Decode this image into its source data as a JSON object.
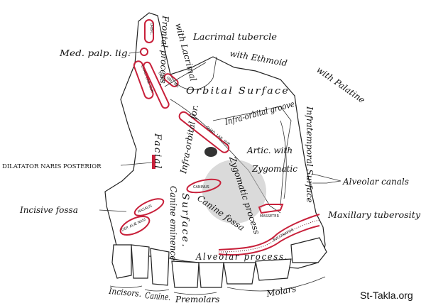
{
  "figure": {
    "labels": {
      "frontal_process": "Frontal process.",
      "with_lacrimal": "with Lacrimal",
      "lacrimal_tubercle": "Lacrimal tubercle",
      "med_palp_lig": "Med. palp. lig.",
      "with_ethmoid": "with Ethmoid",
      "with_palatine": "with Palatine",
      "orbital_surface": "Orbital Surface",
      "infra_orbital_groove": "Infra-orbital groove.",
      "infratemporal_surface": "Infratemporal Surface",
      "alveolar_canals": "Alveolar canals",
      "dilatator": "DILATATOR NARIS POSTERIOR",
      "facial": "Facial",
      "surface": "Surface.",
      "infra_orbital_for": "Infra-orbital for.",
      "artic_with": "Artic. with",
      "zygomatic": "Zygomatic",
      "zygomatic_process": "Zygomatic process",
      "canine_fossa": "Canine fossa",
      "canine_eminence": "Canine eminence",
      "incisive_fossa": "Incisive fossa",
      "maxillary_tuberosity": "Maxillary tuberosity",
      "alveolar_process": "Alveolar process.",
      "incisors": "Incisors.",
      "canine": "Canine.",
      "premolars": "Premolars",
      "molars": "Molars"
    },
    "muscles": {
      "orbic": "ORBIC.",
      "quad_lab_sup": "QUAD. LAB. SUP.",
      "orbic2": "ORBIC.",
      "obl_inf": "OBL. INF.",
      "quad_lab_sup2": "QUAD. LAB. SUP.",
      "caninus": "CANINUS",
      "nasalis": "NASALIS",
      "dep_alae_nasi": "DEP. ALÆ NASI",
      "masseter": "MASSETER",
      "buccinator": "BUCCINATOR"
    },
    "watermark": "St-Takla.org",
    "colors": {
      "muscle": "#c8203a",
      "ink": "#111111"
    }
  }
}
